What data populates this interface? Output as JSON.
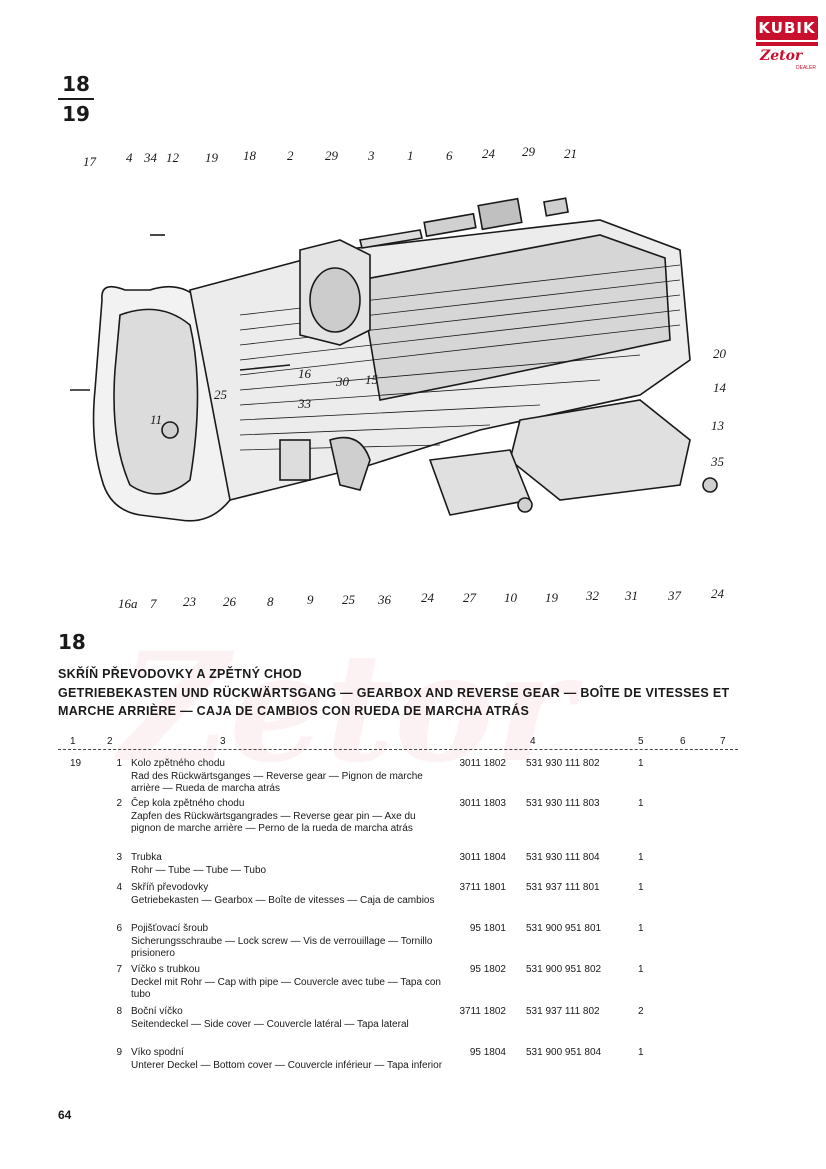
{
  "logo": {
    "top": "KUBIK",
    "bottom": "Zetor",
    "sub": "DEALER"
  },
  "fraction": {
    "top": "18",
    "bottom": "19"
  },
  "callouts": [
    "17",
    "4",
    "34",
    "12",
    "19",
    "18",
    "2",
    "29",
    "3",
    "1",
    "6",
    "24",
    "29",
    "21",
    "20",
    "14",
    "13",
    "35",
    "11",
    "25",
    "16",
    "30",
    "15",
    "33",
    "16a",
    "7",
    "23",
    "26",
    "8",
    "9",
    "25",
    "36",
    "24",
    "27",
    "10",
    "19",
    "32",
    "31",
    "37",
    "24"
  ],
  "section_number": "18",
  "title_cz": "SKŘÍŇ PŘEVODOVKY A ZPĚTNÝ CHOD",
  "title_multi": "GETRIEBEKASTEN UND RÜCKWÄRTSGANG — GEARBOX AND REVERSE GEAR — BOÎTE DE VITESSES ET MARCHE ARRIÈRE — CAJA DE CAMBIOS CON RUEDA DE MARCHA ATRÁS",
  "column_numbers": [
    "1",
    "2",
    "3",
    "4",
    "5",
    "6",
    "7"
  ],
  "rows": [
    {
      "fig": "19",
      "pos": "1",
      "cz": "Kolo zpětného chodu",
      "multi": "Rad des Rückwärtsganges — Reverse gear — Pignon de marche arrière — Rueda de marcha atrás",
      "old": "3011 1802",
      "new": "531 930 111 802",
      "qty": "1"
    },
    {
      "fig": "",
      "pos": "2",
      "cz": "Čep kola zpětného chodu",
      "multi": "Zapfen des Rückwärtsgangrades — Reverse gear pin — Axe du pignon de marche arrière — Perno de la rueda de marcha atrás",
      "old": "3011 1803",
      "new": "531 930 111 803",
      "qty": "1"
    },
    {
      "fig": "",
      "pos": "3",
      "cz": "Trubka",
      "multi": "Rohr — Tube — Tube — Tubo",
      "old": "3011 1804",
      "new": "531 930 111 804",
      "qty": "1"
    },
    {
      "fig": "",
      "pos": "4",
      "cz": "Skříň převodovky",
      "multi": "Getriebekasten — Gearbox — Boîte de vitesses — Caja de cambios",
      "old": "3711 1801",
      "new": "531 937 111 801",
      "qty": "1"
    },
    {
      "fig": "",
      "pos": "6",
      "cz": "Pojišťovací šroub",
      "multi": "Sicherungsschraube — Lock screw — Vis de verrouillage — Tornillo prisionero",
      "old": "95 1801",
      "new": "531 900 951 801",
      "qty": "1"
    },
    {
      "fig": "",
      "pos": "7",
      "cz": "Víčko s trubkou",
      "multi": "Deckel mit Rohr — Cap with pipe — Couvercle avec tube — Tapa con tubo",
      "old": "95 1802",
      "new": "531 900 951 802",
      "qty": "1"
    },
    {
      "fig": "",
      "pos": "8",
      "cz": "Boční víčko",
      "multi": "Seitendeckel — Side cover — Couvercle latéral — Tapa lateral",
      "old": "3711 1802",
      "new": "531 937 111 802",
      "qty": "2"
    },
    {
      "fig": "",
      "pos": "9",
      "cz": "Víko spodní",
      "multi": "Unterer Deckel — Bottom cover — Couvercle inférieur — Tapa inferior",
      "old": "95 1804",
      "new": "531 900 951 804",
      "qty": "1"
    }
  ],
  "page_number": "64"
}
